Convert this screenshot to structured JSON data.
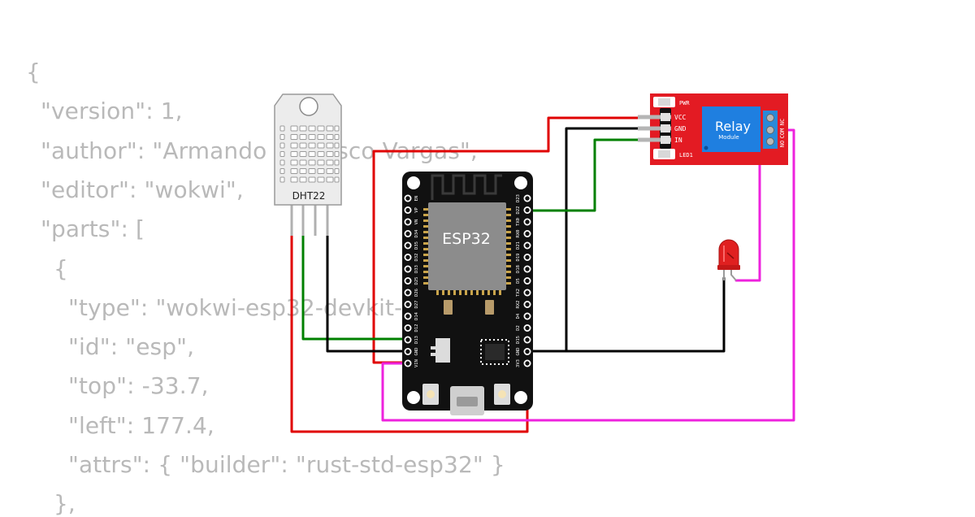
{
  "code_lines": [
    "{",
    "\"version\": 1,",
    "\"author\": \"Armando Carrasco Vargas\",",
    "\"editor\": \"wokwi\",",
    "\"parts\": [",
    "{",
    "\"type\": \"wokwi-esp32-devkit-v1\",",
    "\"id\": \"esp\",",
    "\"top\": -33.7,",
    "\"left\": 177.4,",
    "\"attrs\": { \"builder\": \"rust-std-esp32\" }",
    "},"
  ],
  "dht22": {
    "label": "DHT22"
  },
  "esp32": {
    "chip_label": "ESP32",
    "left_pins": [
      "EN",
      "VP",
      "VN",
      "D34",
      "D35",
      "D32",
      "D33",
      "D25",
      "D26",
      "D27",
      "D14",
      "D12",
      "D13",
      "GND",
      "VIN"
    ],
    "right_pins": [
      "D23",
      "D22",
      "TX0",
      "RX0",
      "D21",
      "D19",
      "D18",
      "D5",
      "TX2",
      "RX2",
      "D4",
      "D2",
      "D15",
      "GND",
      "3V3"
    ]
  },
  "relay": {
    "title": "Relay",
    "subtitle": "Module",
    "pin_labels": [
      "VCC",
      "GND",
      "IN"
    ],
    "pwr_label": "PWR",
    "led_label": "LED1",
    "terminal_labels": [
      "NC",
      "COM",
      "NO"
    ]
  },
  "colors": {
    "wire_red": "#e00000",
    "wire_black": "#000000",
    "wire_green": "#008000",
    "wire_magenta": "#ee22dd",
    "relay_board": "#e31b23",
    "relay_coil": "#1f7fe0",
    "esp_board": "#111111",
    "chip": "#8c8c8c",
    "led": "#e02020",
    "code_text": "#b9b9b9"
  }
}
